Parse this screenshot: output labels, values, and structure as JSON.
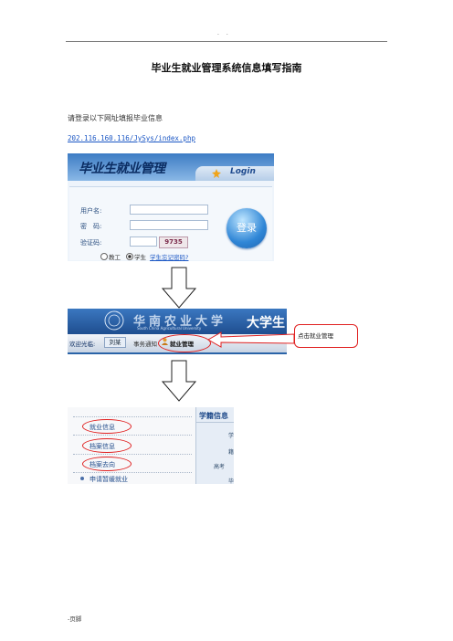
{
  "header": {
    "dots": ". ."
  },
  "title": "毕业生就业管理系统信息填写指南",
  "intro": "请登录以下网址填报毕业信息",
  "url": "202.116.160.116/JySys/index.php",
  "login_screenshot": {
    "brand": "毕业生就业管理",
    "login_label": "Login",
    "username_label": "用户名:",
    "password_label": "密　码:",
    "captcha_label": "验证码:",
    "captcha_value": "9735",
    "login_button": "登录",
    "role_teacher": "教工",
    "role_student": "学生",
    "forgot_link": "学生忘记密码?"
  },
  "nav_screenshot": {
    "university": "华南农业大学",
    "university_en": "South China Agricultural University",
    "banner_right": "大学生",
    "welcome": "欢迎光临:",
    "user": "刘某",
    "affairs": "事务通知",
    "jobs": "就业管理",
    "callout": "点击就业管理"
  },
  "sidebar_screenshot": {
    "items": [
      "就业信息",
      "档案信息",
      "档案去向",
      "申请暂缓就业"
    ],
    "right_header": "学籍信息",
    "right_cells": [
      "学",
      "籍",
      "高考",
      "毕"
    ]
  },
  "footer": "-页脚"
}
